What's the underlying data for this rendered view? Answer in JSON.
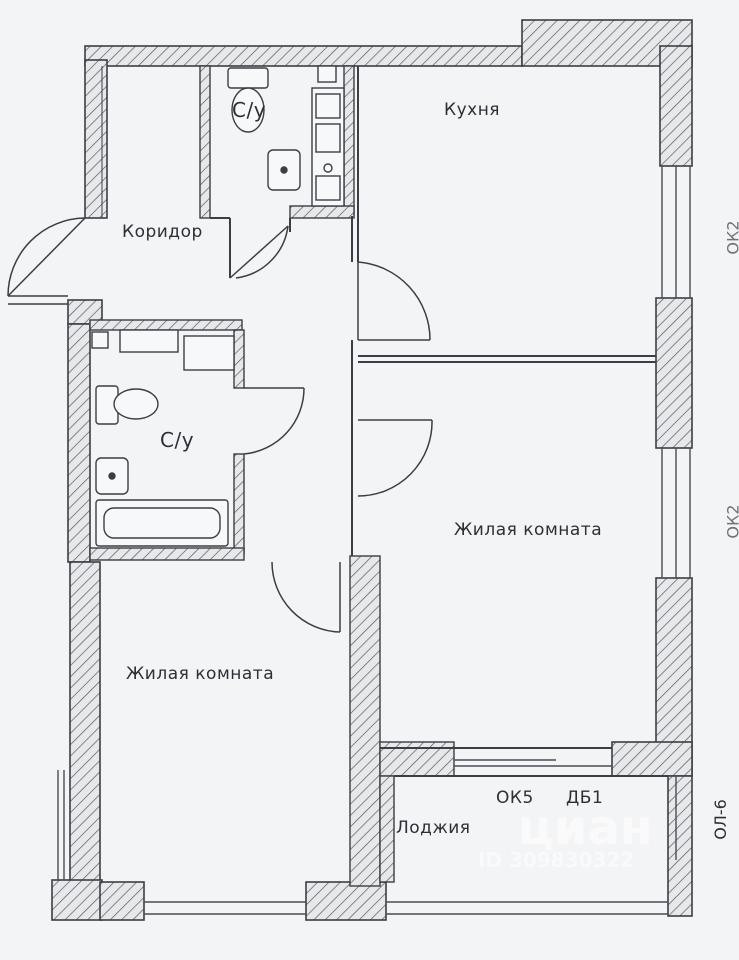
{
  "rooms": {
    "kitchen": "Кухня",
    "corridor": "Коридор",
    "wc_top": "С/у",
    "wc_middle": "С/у",
    "living_right": "Жилая комната",
    "living_left": "Жилая комната",
    "loggia": "Лоджия"
  },
  "marks": {
    "window_ok2_a": "ОК2",
    "window_ok2_b": "ОК2",
    "window_ok5": "ОК5",
    "door_db1": "ДБ1",
    "ol6": "ОЛ-6"
  },
  "watermark": {
    "brand": "циан",
    "id": "ID 309830322"
  },
  "colors": {
    "wall_fill": "#e7e8ea",
    "hatch": "#565a62",
    "line": "#3b3e45",
    "paper": "#f3f4f6"
  }
}
